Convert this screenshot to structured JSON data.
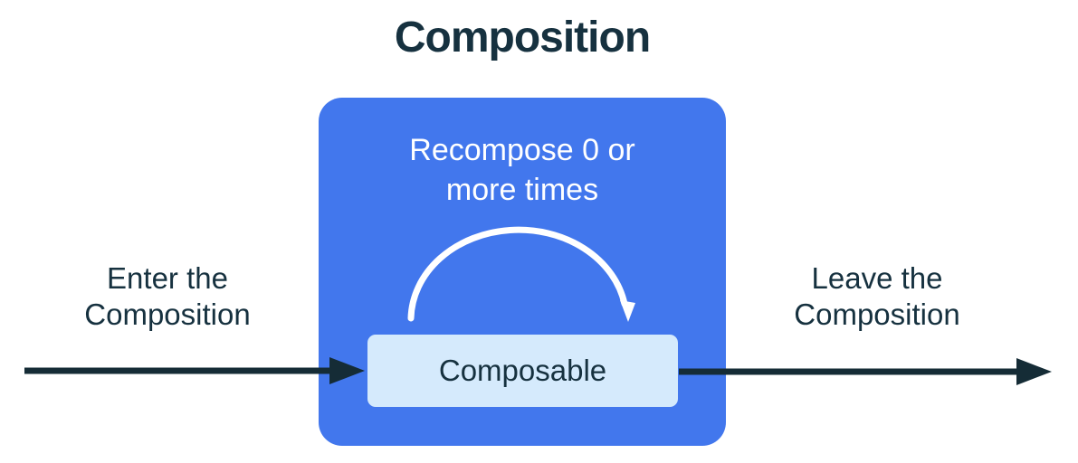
{
  "title": "Composition",
  "composition_box": {
    "recompose_label": {
      "line1": "Recompose 0 or",
      "line2": "more times"
    },
    "composable_label": "Composable"
  },
  "side_labels": {
    "enter": {
      "line1": "Enter the",
      "line2": "Composition"
    },
    "leave": {
      "line1": "Leave the",
      "line2": "Composition"
    }
  },
  "icons": {
    "enter_arrow": "arrow-right",
    "leave_arrow": "arrow-right",
    "recompose_arc": "curved-arrow-clockwise"
  },
  "colors": {
    "composition_box_fill": "#4277ED",
    "composable_box_fill": "#D5EAFC",
    "text_dark": "#16313F",
    "arrow_dark": "#152C36",
    "arc_white": "#FFFFFF",
    "background": "#FFFFFF"
  }
}
